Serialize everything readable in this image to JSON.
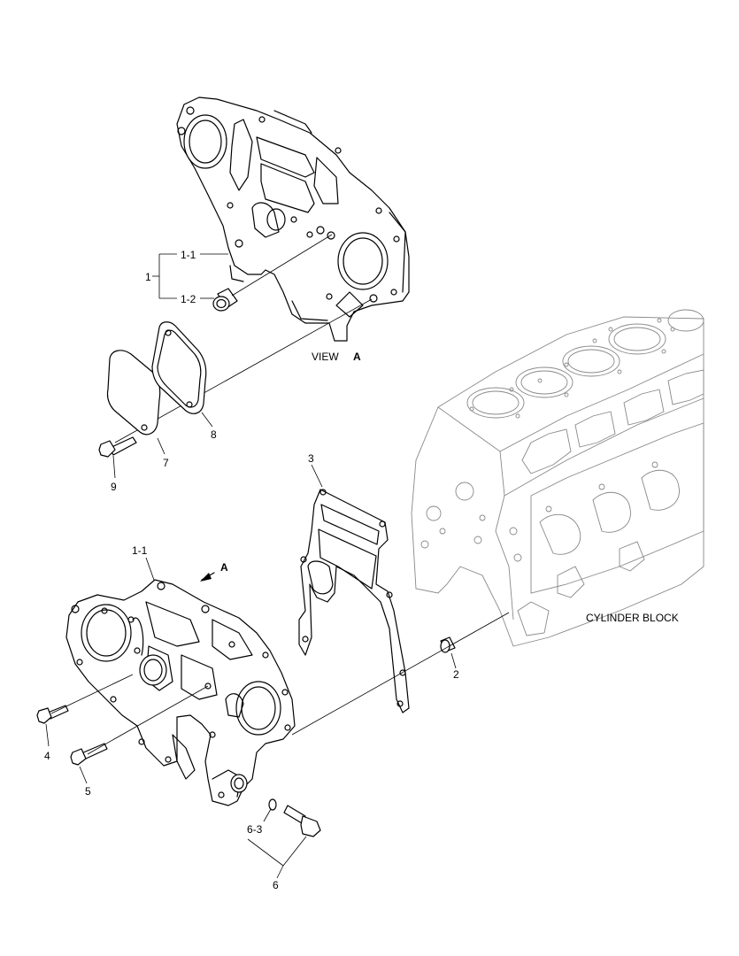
{
  "labels": {
    "l1": "1",
    "l1_1_top": "1-1",
    "l1_2": "1-2",
    "view_text": "VIEW",
    "view_letter": "A",
    "l7": "7",
    "l8": "8",
    "l9": "9",
    "l3": "3",
    "l1_1_bottom": "1-1",
    "arrow_letter": "A",
    "cylinder_block": "CYLINDER BLOCK",
    "l2": "2",
    "l4": "4",
    "l5": "5",
    "l6_3": "6-3",
    "l6": "6"
  }
}
